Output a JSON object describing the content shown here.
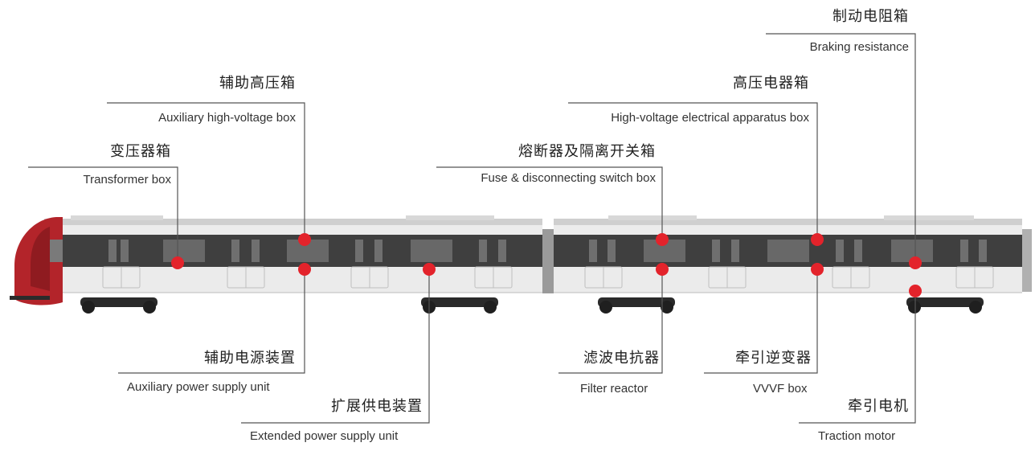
{
  "components": [
    {
      "id": "transformer-box",
      "zh": "变压器箱",
      "en": "Transformer box"
    },
    {
      "id": "aux-hv-box",
      "zh": "辅助高压箱",
      "en": "Auxiliary high-voltage box"
    },
    {
      "id": "aux-power-supply",
      "zh": "辅助电源装置",
      "en": "Auxiliary power supply unit"
    },
    {
      "id": "extended-power-supply",
      "zh": "扩展供电装置",
      "en": "Extended power supply unit"
    },
    {
      "id": "fuse-switch-box",
      "zh": "熔断器及隔离开关箱",
      "en": "Fuse & disconnecting switch box"
    },
    {
      "id": "hv-apparatus-box",
      "zh": "高压电器箱",
      "en": "High-voltage electrical apparatus box"
    },
    {
      "id": "braking-resistance",
      "zh": "制动电阻箱",
      "en": "Braking resistance"
    },
    {
      "id": "filter-reactor",
      "zh": "滤波电抗器",
      "en": "Filter reactor"
    },
    {
      "id": "vvvf-box",
      "zh": "牵引逆变器",
      "en": "VVVF box"
    },
    {
      "id": "traction-motor",
      "zh": "牵引电机",
      "en": "Traction motor"
    }
  ],
  "colors": {
    "marker": "#e3232b",
    "leader": "#555555",
    "cab_red": "#b3242a",
    "window_band": "#454545",
    "body": "#e8e8e8"
  }
}
